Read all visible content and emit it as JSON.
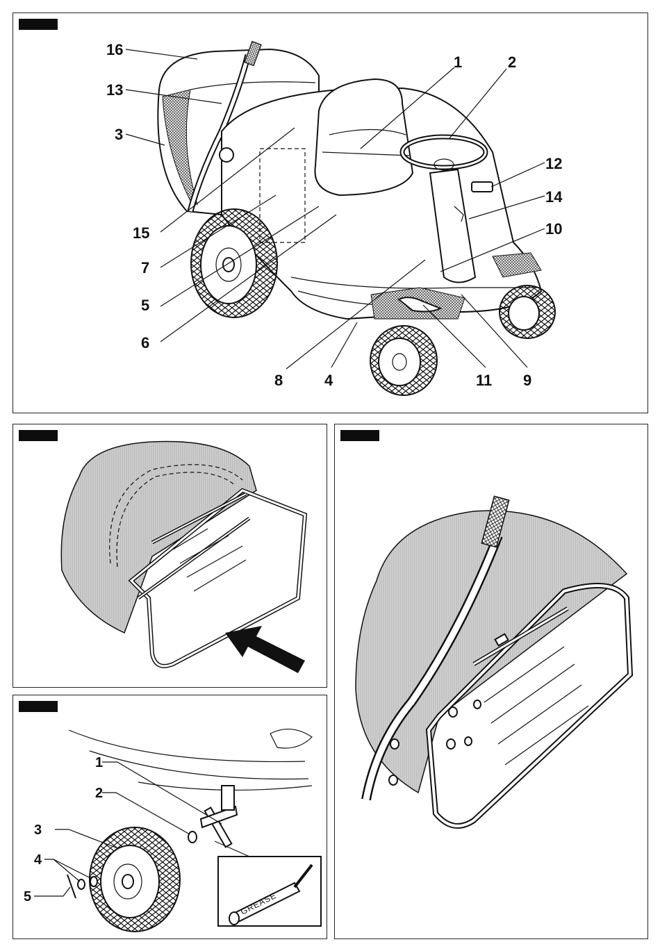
{
  "figure1": {
    "callouts": [
      {
        "id": "c1",
        "text": "1"
      },
      {
        "id": "c2",
        "text": "2"
      },
      {
        "id": "c3",
        "text": "3"
      },
      {
        "id": "c4",
        "text": "4"
      },
      {
        "id": "c5",
        "text": "5"
      },
      {
        "id": "c6",
        "text": "6"
      },
      {
        "id": "c7",
        "text": "7"
      },
      {
        "id": "c8",
        "text": "8"
      },
      {
        "id": "c9",
        "text": "9"
      },
      {
        "id": "c10",
        "text": "10"
      },
      {
        "id": "c11",
        "text": "11"
      },
      {
        "id": "c12",
        "text": "12"
      },
      {
        "id": "c13",
        "text": "13"
      },
      {
        "id": "c14",
        "text": "14"
      },
      {
        "id": "c15",
        "text": "15"
      },
      {
        "id": "c16",
        "text": "16"
      }
    ]
  },
  "figure3": {
    "callouts": [
      {
        "id": "w1",
        "text": "1"
      },
      {
        "id": "w2",
        "text": "2"
      },
      {
        "id": "w3",
        "text": "3"
      },
      {
        "id": "w4",
        "text": "4"
      },
      {
        "id": "w5",
        "text": "5"
      }
    ],
    "grease_label": "GREASE"
  },
  "colors": {
    "ink": "#111111",
    "fabric": "#b8b8b8",
    "tab": "#0d0d0d",
    "arrow": "#111111"
  }
}
